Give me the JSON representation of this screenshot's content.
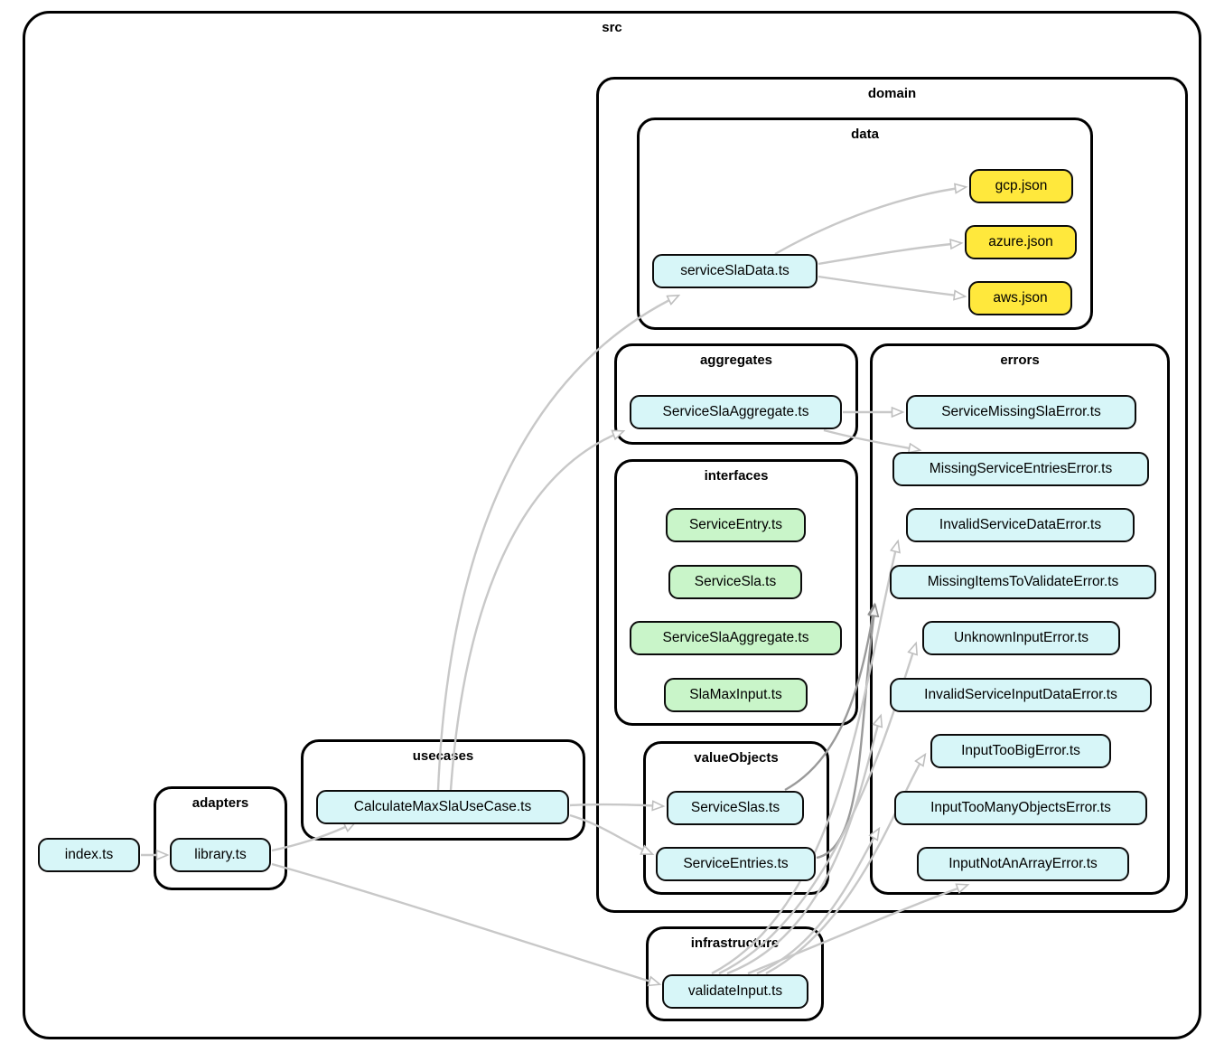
{
  "diagram": {
    "type": "dependency-graph",
    "root_label": "src",
    "colors": {
      "module_fill": "#d7f6f8",
      "interface_fill": "#c9f5c9",
      "json_fill": "#ffe83c",
      "edge_color": "#c8c8c8",
      "edge_emphasis_color": "#9a9a9a",
      "border_color": "#000000",
      "background": "#ffffff"
    },
    "clusters": [
      {
        "id": "src",
        "label": "src"
      },
      {
        "id": "domain",
        "label": "domain"
      },
      {
        "id": "data",
        "label": "data"
      },
      {
        "id": "aggregates",
        "label": "aggregates"
      },
      {
        "id": "errors",
        "label": "errors"
      },
      {
        "id": "interfaces",
        "label": "interfaces"
      },
      {
        "id": "valueObjects",
        "label": "valueObjects"
      },
      {
        "id": "usecases",
        "label": "usecases"
      },
      {
        "id": "adapters",
        "label": "adapters"
      },
      {
        "id": "infrastructure",
        "label": "infrastructure"
      }
    ],
    "nodes": [
      {
        "id": "index.ts",
        "label": "index.ts",
        "kind": "module",
        "cluster": "src"
      },
      {
        "id": "library.ts",
        "label": "library.ts",
        "kind": "module",
        "cluster": "adapters"
      },
      {
        "id": "CalculateMaxSlaUseCase.ts",
        "label": "CalculateMaxSlaUseCase.ts",
        "kind": "module",
        "cluster": "usecases"
      },
      {
        "id": "serviceSlaData.ts",
        "label": "serviceSlaData.ts",
        "kind": "module",
        "cluster": "data"
      },
      {
        "id": "gcp.json",
        "label": "gcp.json",
        "kind": "data",
        "cluster": "data"
      },
      {
        "id": "azure.json",
        "label": "azure.json",
        "kind": "data",
        "cluster": "data"
      },
      {
        "id": "aws.json",
        "label": "aws.json",
        "kind": "data",
        "cluster": "data"
      },
      {
        "id": "aggregates/ServiceSlaAggregate.ts",
        "label": "ServiceSlaAggregate.ts",
        "kind": "module",
        "cluster": "aggregates"
      },
      {
        "id": "ServiceMissingSlaError.ts",
        "label": "ServiceMissingSlaError.ts",
        "kind": "module",
        "cluster": "errors"
      },
      {
        "id": "MissingServiceEntriesError.ts",
        "label": "MissingServiceEntriesError.ts",
        "kind": "module",
        "cluster": "errors"
      },
      {
        "id": "InvalidServiceDataError.ts",
        "label": "InvalidServiceDataError.ts",
        "kind": "module",
        "cluster": "errors"
      },
      {
        "id": "MissingItemsToValidateError.ts",
        "label": "MissingItemsToValidateError.ts",
        "kind": "module",
        "cluster": "errors"
      },
      {
        "id": "UnknownInputError.ts",
        "label": "UnknownInputError.ts",
        "kind": "module",
        "cluster": "errors"
      },
      {
        "id": "InvalidServiceInputDataError.ts",
        "label": "InvalidServiceInputDataError.ts",
        "kind": "module",
        "cluster": "errors"
      },
      {
        "id": "InputTooBigError.ts",
        "label": "InputTooBigError.ts",
        "kind": "module",
        "cluster": "errors"
      },
      {
        "id": "InputTooManyObjectsError.ts",
        "label": "InputTooManyObjectsError.ts",
        "kind": "module",
        "cluster": "errors"
      },
      {
        "id": "InputNotAnArrayError.ts",
        "label": "InputNotAnArrayError.ts",
        "kind": "module",
        "cluster": "errors"
      },
      {
        "id": "ServiceEntry.ts",
        "label": "ServiceEntry.ts",
        "kind": "interface",
        "cluster": "interfaces"
      },
      {
        "id": "ServiceSla.ts",
        "label": "ServiceSla.ts",
        "kind": "interface",
        "cluster": "interfaces"
      },
      {
        "id": "interfaces/ServiceSlaAggregate.ts",
        "label": "ServiceSlaAggregate.ts",
        "kind": "interface",
        "cluster": "interfaces"
      },
      {
        "id": "SlaMaxInput.ts",
        "label": "SlaMaxInput.ts",
        "kind": "interface",
        "cluster": "interfaces"
      },
      {
        "id": "ServiceSlas.ts",
        "label": "ServiceSlas.ts",
        "kind": "module",
        "cluster": "valueObjects"
      },
      {
        "id": "ServiceEntries.ts",
        "label": "ServiceEntries.ts",
        "kind": "module",
        "cluster": "valueObjects"
      },
      {
        "id": "validateInput.ts",
        "label": "validateInput.ts",
        "kind": "module",
        "cluster": "infrastructure"
      }
    ],
    "edges": [
      {
        "from": "index.ts",
        "to": "library.ts",
        "emphasis": false
      },
      {
        "from": "library.ts",
        "to": "CalculateMaxSlaUseCase.ts",
        "emphasis": false
      },
      {
        "from": "library.ts",
        "to": "validateInput.ts",
        "emphasis": false
      },
      {
        "from": "CalculateMaxSlaUseCase.ts",
        "to": "serviceSlaData.ts",
        "emphasis": false
      },
      {
        "from": "CalculateMaxSlaUseCase.ts",
        "to": "aggregates/ServiceSlaAggregate.ts",
        "emphasis": false
      },
      {
        "from": "CalculateMaxSlaUseCase.ts",
        "to": "ServiceSlas.ts",
        "emphasis": false
      },
      {
        "from": "CalculateMaxSlaUseCase.ts",
        "to": "ServiceEntries.ts",
        "emphasis": false
      },
      {
        "from": "serviceSlaData.ts",
        "to": "gcp.json",
        "emphasis": false
      },
      {
        "from": "serviceSlaData.ts",
        "to": "azure.json",
        "emphasis": false
      },
      {
        "from": "serviceSlaData.ts",
        "to": "aws.json",
        "emphasis": false
      },
      {
        "from": "aggregates/ServiceSlaAggregate.ts",
        "to": "ServiceMissingSlaError.ts",
        "emphasis": false
      },
      {
        "from": "aggregates/ServiceSlaAggregate.ts",
        "to": "MissingServiceEntriesError.ts",
        "emphasis": false
      },
      {
        "from": "ServiceSlas.ts",
        "to": "MissingItemsToValidateError.ts",
        "emphasis": true
      },
      {
        "from": "ServiceEntries.ts",
        "to": "MissingItemsToValidateError.ts",
        "emphasis": true
      },
      {
        "from": "validateInput.ts",
        "to": "InvalidServiceDataError.ts",
        "emphasis": false
      },
      {
        "from": "validateInput.ts",
        "to": "UnknownInputError.ts",
        "emphasis": false
      },
      {
        "from": "validateInput.ts",
        "to": "InvalidServiceInputDataError.ts",
        "emphasis": false
      },
      {
        "from": "validateInput.ts",
        "to": "InputTooBigError.ts",
        "emphasis": false
      },
      {
        "from": "validateInput.ts",
        "to": "InputTooManyObjectsError.ts",
        "emphasis": false
      },
      {
        "from": "validateInput.ts",
        "to": "InputNotAnArrayError.ts",
        "emphasis": false
      }
    ]
  }
}
